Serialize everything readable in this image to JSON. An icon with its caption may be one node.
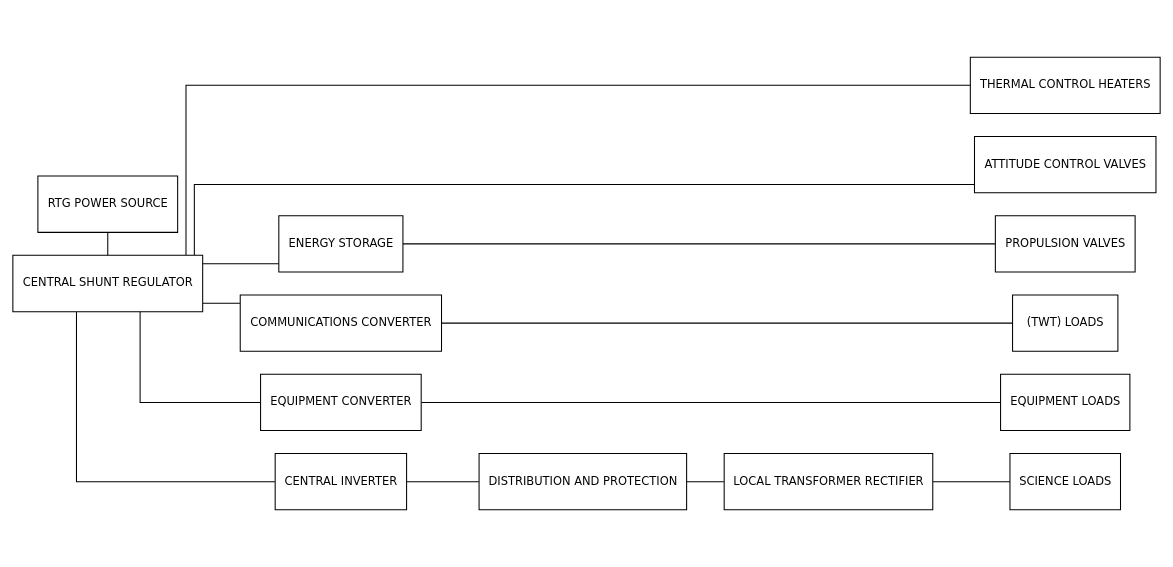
{
  "diagram": {
    "nodes": [
      {
        "text": [
          "RTG POWER SOURCE"
        ]
      },
      {
        "text": [
          "CENTRAL SHUNT REGULATOR"
        ]
      },
      {
        "text": [
          "THERMAL CONTROL HEATERS"
        ]
      },
      {
        "text": [
          "ATTITUDE CONTROL VALVES"
        ]
      },
      {
        "text": [
          "ENERGY STORAGE"
        ]
      },
      {
        "text": [
          "PROPULSION VALVES"
        ]
      },
      {
        "text": [
          "COMMUNICATIONS CONVERTER"
        ]
      },
      {
        "text": [
          "(TWT) LOADS"
        ]
      },
      {
        "text": [
          "EQUIPMENT CONVERTER"
        ]
      },
      {
        "text": [
          "EQUIPMENT LOADS"
        ]
      },
      {
        "text": [
          "CENTRAL INVERTER"
        ]
      },
      {
        "text": [
          "DISTRIBUTION AND PROTECTION"
        ]
      },
      {
        "text": [
          "LOCAL TRANSFORMER RECTIFIER"
        ]
      },
      {
        "text": [
          "SCIENCE LOADS"
        ]
      }
    ],
    "edges": [
      {
        "from": 0,
        "to": 1,
        "arrow": "none"
      },
      {
        "from": 1,
        "to": 2,
        "arrow": "none"
      },
      {
        "from": 1,
        "to": 3,
        "arrow": "none"
      },
      {
        "from": 1,
        "to": 4,
        "arrow": "none"
      },
      {
        "from": 1,
        "to": 6,
        "arrow": "none"
      },
      {
        "from": 1,
        "to": 8,
        "arrow": "none"
      },
      {
        "from": 1,
        "to": 10,
        "arrow": "none"
      },
      {
        "from": 4,
        "to": 5,
        "arrow": "none"
      },
      {
        "from": 6,
        "to": 7,
        "arrow": "none"
      },
      {
        "from": 8,
        "to": 9,
        "arrow": "none"
      },
      {
        "from": 10,
        "to": 11,
        "arrow": "none"
      },
      {
        "from": 11,
        "to": 12,
        "arrow": "none"
      },
      {
        "from": 12,
        "to": 13,
        "arrow": "none"
      }
    ]
  }
}
